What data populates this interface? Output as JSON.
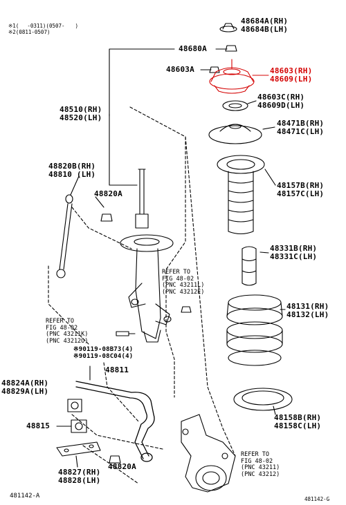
{
  "notes": [
    "※1(　 -0311)(0507-　　)",
    "※2(0811-0507)"
  ],
  "colors": {
    "highlight": "#d40000",
    "line": "#000000"
  },
  "parts": {
    "p48684": [
      "48684A(RH)",
      "48684B(LH)"
    ],
    "p48680": "48680A",
    "p48603a": "48603A",
    "p48603": [
      "48603(RH)",
      "48609(LH)"
    ],
    "p48603c": [
      "48603C(RH)",
      "48609D(LH)"
    ],
    "p48471": [
      "48471B(RH)",
      "48471C(LH)"
    ],
    "p48157": [
      "48157B(RH)",
      "48157C(LH)"
    ],
    "p48331": [
      "48331B(RH)",
      "48331C(LH)"
    ],
    "p48131": [
      "48131(RH)",
      "48132(LH)"
    ],
    "p48158": [
      "48158B(RH)",
      "48158C(LH)"
    ],
    "p48510": [
      "48510(RH)",
      "48520(LH)"
    ],
    "p48820b": [
      "48820B(RH)",
      "48810 (LH)"
    ],
    "p48820a_top": "48820A",
    "p48811": "48811",
    "p48824": [
      "48824A(RH)",
      "48829A(LH)"
    ],
    "p48815": "48815",
    "p48827": [
      "48827(RH)",
      "48828(LH)"
    ],
    "p48820a_bot": "48820A",
    "p90119": [
      "※90119-08B73(4)",
      "※90119-08C04(4)"
    ]
  },
  "refs": {
    "ref1": [
      "REFER TO",
      "FIG 48-02",
      "(PNC 43211L)",
      "(PNC 43212E)"
    ],
    "ref2": [
      "REFER TO",
      "FIG 48-02",
      "(PNC 43211K)",
      "(PNC 43212O)"
    ],
    "ref3": [
      "REFER TO",
      "FIG 48-02",
      "(PNC 43211)",
      "(PNC 43212)"
    ]
  },
  "footer": {
    "left_code": "481142-A",
    "right_code": "481142-G"
  }
}
